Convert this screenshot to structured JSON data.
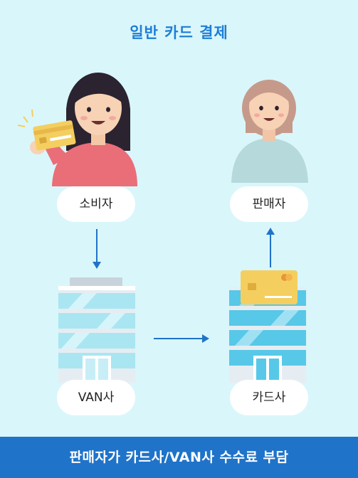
{
  "title": "일반 카드 결제",
  "nodes": {
    "consumer": "소비자",
    "seller": "판매자",
    "van": "VAN사",
    "card_company": "카드사"
  },
  "footer": "판매자가 카드사/VAN사 수수료 부담",
  "flow": [
    "소비자",
    "VAN사",
    "카드사",
    "판매자"
  ],
  "colors": {
    "background": "#d9f6fb",
    "title": "#1d7ed6",
    "footer_bar": "#1f73c9",
    "arrow": "#1f73c9",
    "card": "#f4cf5f"
  },
  "icons": [
    "consumer-woman-icon",
    "seller-woman-icon",
    "credit-card-icon",
    "van-building-icon",
    "card-company-building-icon"
  ]
}
